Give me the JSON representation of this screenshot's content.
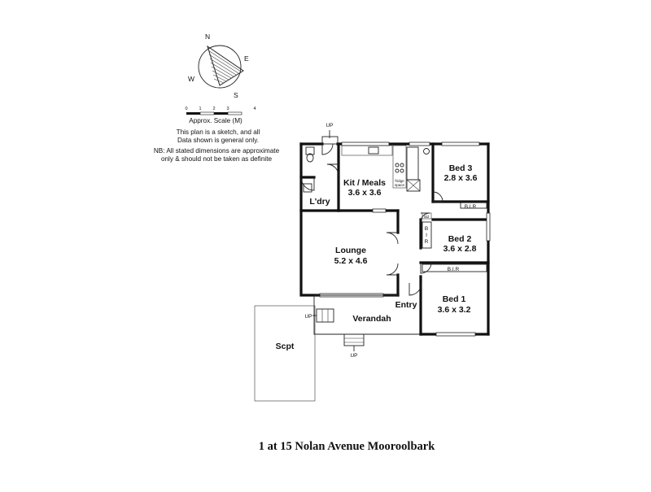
{
  "compass": {
    "north": "N",
    "east": "E",
    "south": "S",
    "west": "W"
  },
  "scale": {
    "ticks": [
      "0",
      "1",
      "2",
      "3",
      "4"
    ],
    "label": "Approx. Scale (M)"
  },
  "notes": {
    "line1": "This plan is a sketch, and all",
    "line2": "Data shown is general only.",
    "line3": "NB: All stated dimensions are approximate",
    "line4": "only & should not be taken as definite"
  },
  "rooms": {
    "kit_meals": {
      "name": "Kit / Meals",
      "dims": "3.6 x 3.6"
    },
    "bed3": {
      "name": "Bed 3",
      "dims": "2.8 x 3.6"
    },
    "bed2": {
      "name": "Bed 2",
      "dims": "3.6 x 2.8"
    },
    "bed1": {
      "name": "Bed 1",
      "dims": "3.6 x 3.2"
    },
    "lounge": {
      "name": "Lounge",
      "dims": "5.2 x 4.6"
    },
    "ldry": {
      "name": "L'dry"
    },
    "entry": {
      "name": "Entry"
    },
    "verandah": {
      "name": "Verandah"
    },
    "scpt": {
      "name": "Scpt"
    }
  },
  "fixtures": {
    "bir_bed3": "B.I.R",
    "bir_bed1": "B.I.R",
    "bir_bed2_b": "B",
    "bir_bed2_i": "I",
    "bir_bed2_r": "R",
    "fridge_line1": "fridge",
    "fridge_line2": "space",
    "linen": "ldd"
  },
  "stairs": {
    "up_top": "UP",
    "up_verandah": "UP",
    "up_bottom": "UP"
  },
  "title": "1 at 15 Nolan Avenue Mooroolbark"
}
